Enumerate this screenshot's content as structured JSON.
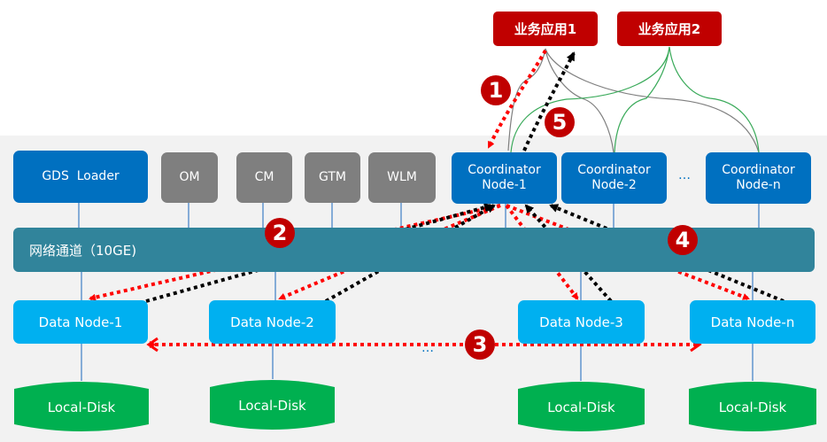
{
  "apps": [
    {
      "label": "业务应用1"
    },
    {
      "label": "业务应用2"
    }
  ],
  "services": [
    {
      "label": "GDS  Loader",
      "color": "#0070c0"
    },
    {
      "label": "OM",
      "color": "#7f7f7f"
    },
    {
      "label": "CM",
      "color": "#7f7f7f"
    },
    {
      "label": "GTM",
      "color": "#7f7f7f"
    },
    {
      "label": "WLM",
      "color": "#7f7f7f"
    }
  ],
  "coordinators": [
    {
      "line1": "Coordinator",
      "line2": "Node-1"
    },
    {
      "line1": "Coordinator",
      "line2": "Node-2"
    },
    {
      "line1": "Coordinator",
      "line2": "Node-n"
    }
  ],
  "coordinator_ellipsis": "…",
  "network": {
    "label": "网络通道（10GE)"
  },
  "data_nodes": [
    {
      "label": "Data Node-1"
    },
    {
      "label": "Data Node-2"
    },
    {
      "label": "Data Node-3"
    },
    {
      "label": "Data Node-n"
    }
  ],
  "data_ellipsis": "…",
  "disks": [
    {
      "label": "Local-Disk"
    },
    {
      "label": "Local-Disk"
    },
    {
      "label": "Local-Disk"
    },
    {
      "label": "Local-Disk"
    }
  ],
  "steps": [
    "1",
    "2",
    "3",
    "4",
    "5"
  ],
  "colors": {
    "app": "#c00000",
    "coordinator": "#0070c0",
    "service_gray": "#7f7f7f",
    "network": "#31849b",
    "data_node": "#00b0f0",
    "disk": "#00b050",
    "request_arrow": "#ff0000",
    "response_arrow": "#000000"
  }
}
